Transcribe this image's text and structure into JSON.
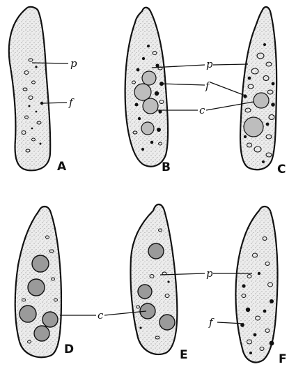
{
  "figure": {
    "panels": [
      {
        "id": "A",
        "label": "A"
      },
      {
        "id": "B",
        "label": "B"
      },
      {
        "id": "C",
        "label": "C"
      },
      {
        "id": "D",
        "label": "D"
      },
      {
        "id": "E",
        "label": "E"
      },
      {
        "id": "F",
        "label": "F"
      }
    ],
    "leader_labels": {
      "A_p": "p",
      "A_f": "f",
      "BC_p": "p",
      "BC_f": "f",
      "BC_c": "c",
      "DE_c": "c",
      "EF_p": "p",
      "F_f": "f"
    },
    "colors": {
      "outline": "#111111",
      "body": "#ececec",
      "ink": "#111111"
    }
  }
}
